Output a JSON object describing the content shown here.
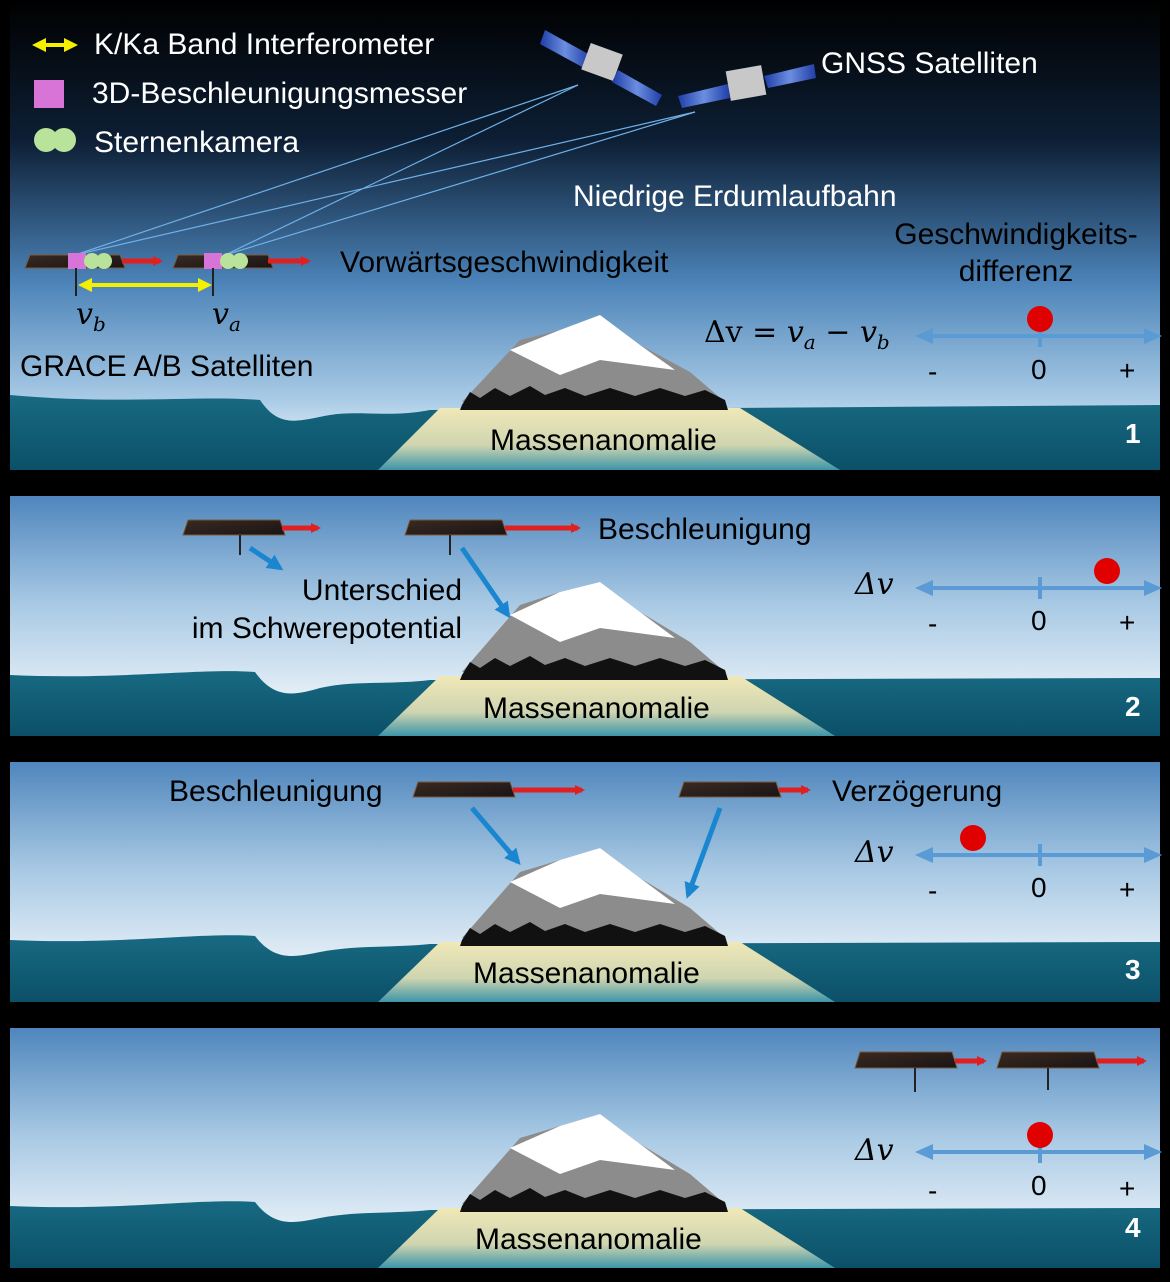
{
  "legend": [
    {
      "label": "K/Ka Band Interferometer",
      "icon": "double-arrow-icon",
      "color": "#f5f000"
    },
    {
      "label": "3D-Beschleunigungsmesser",
      "icon": "magenta-square-icon",
      "color": "#d874d8"
    },
    {
      "label": "Sternenkamera",
      "icon": "green-circles-icon",
      "color": "#b9e39a"
    }
  ],
  "header": {
    "gnss_label": "GNSS Satelliten",
    "orbit_label": "Niedrige Erdumlaufbahn"
  },
  "panels": [
    {
      "number": "1",
      "labels": {
        "forward": "Vorwärtsgeschwindigkeit",
        "velocity_diff_line1": "Geschwindigkeits-",
        "velocity_diff_line2": "differenz",
        "satellites": "GRACE A/B Satelliten",
        "vb": "v",
        "vb_sub": "b",
        "va": "v",
        "va_sub": "a",
        "formula_delta": "Δv = ",
        "formula_va": "v",
        "formula_va_sub": "a",
        "formula_minus": " − ",
        "formula_vb": "v",
        "formula_vb_sub": "b"
      },
      "mass_label": "Massenanomalie",
      "scale": {
        "minus": "-",
        "zero": "0",
        "plus": "+"
      },
      "delta_v_value": 0
    },
    {
      "number": "2",
      "labels": {
        "acceleration": "Beschleunigung",
        "difference_line1": "Unterschied",
        "difference_line2": "im Schwerepotential",
        "delta": "Δv"
      },
      "mass_label": "Massenanomalie",
      "scale": {
        "minus": "-",
        "zero": "0",
        "plus": "+"
      },
      "delta_v_value": 1
    },
    {
      "number": "3",
      "labels": {
        "acceleration": "Beschleunigung",
        "deceleration": "Verzögerung",
        "delta": "Δv"
      },
      "mass_label": "Massenanomalie",
      "scale": {
        "minus": "-",
        "zero": "0",
        "plus": "+"
      },
      "delta_v_value": -1
    },
    {
      "number": "4",
      "labels": {
        "delta": "Δv"
      },
      "mass_label": "Massenanomalie",
      "scale": {
        "minus": "-",
        "zero": "0",
        "plus": "+"
      },
      "delta_v_value": 0
    }
  ],
  "colors": {
    "sky_top": "#0b1a2e",
    "sky_bottom": "#ffffff",
    "ocean": "#10617a",
    "land": "#e8dfa8",
    "axis": "#5b9bd5",
    "dot": "#e00000",
    "arrow_red": "#e02020",
    "gravity_arrow": "#1a86d0"
  }
}
